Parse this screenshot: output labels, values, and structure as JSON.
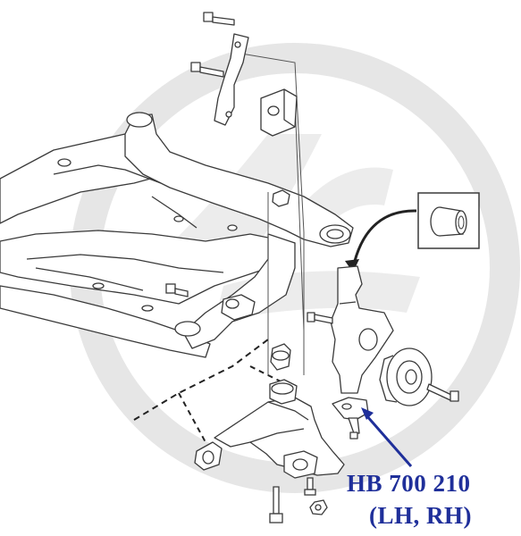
{
  "callout": {
    "part_number": "HB 700 210",
    "side": "(LH, RH)",
    "color": "#1f2f9a"
  },
  "watermark": {
    "icon": "brand-logo-watermark",
    "color": "#e8e8e8"
  },
  "drawing": {
    "line_color": "#3a3a3a",
    "fill_color": "#ffffff"
  }
}
